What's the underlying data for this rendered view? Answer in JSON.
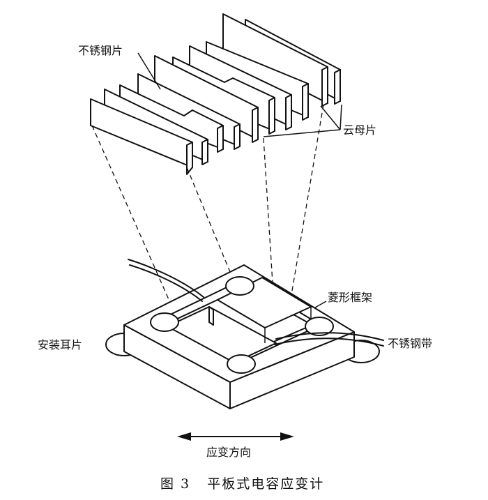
{
  "labels": {
    "stainless_plates": "不锈钢片",
    "mica_plates": "云母片",
    "diamond_frame": "菱形框架",
    "mounting_ears": "安装耳片",
    "stainless_strip": "不锈钢带",
    "strain_direction": "应变方向"
  },
  "caption": "图 3   平板式电容应变计"
}
